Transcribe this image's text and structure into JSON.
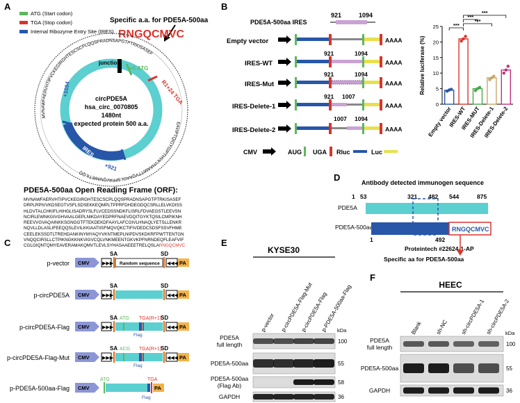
{
  "panels": {
    "a": "A",
    "b": "B",
    "c": "C",
    "d": "D",
    "e": "E",
    "f": "F"
  },
  "panelA": {
    "legend": [
      "ATG (Start codon)",
      "TGA (Stop codon)",
      "Internal Ribozyme Entry Site (IRES)"
    ],
    "legend_colors": [
      "#5cb85c",
      "#d9342b",
      "#2856a8"
    ],
    "specific_label": "Specific a.a. for PDE5A-500aa",
    "motif": "RNGQCMVC",
    "outer_seq_top": "MVNAWFAERVHTIPVCKEGIRGHTESCSCPLQQSPRADNSAPGTPTRKISASEF",
    "outer_seq_left": "DFLVSHYASAEEETRELQSLA",
    "outer_seq_bottom": "EAVIPTQIGYGIPTHVKVHAAMITTVQAAGLSPFAVQNIWETILQQ",
    "junction": "junction",
    "plus5": "+5 ATG",
    "r1tga": "R1+24 TGA",
    "pos1094": "+1094",
    "pos921": "+921",
    "ires": "IRES",
    "center": [
      "circPDE5A",
      "hsa_circ_0070805",
      "1480nt",
      "expected protein 500 a.a."
    ],
    "orf_title": "PDE5A-500aa Open Reading Frame (ORF):",
    "orf_lines": [
      "MVNAWFAERVHTIPVCKEGIRGHTESCSCPLQQSPRADNSAPGTPTRKISASEF",
      "DRPLRPIVVKDSEGTVSFLSDSEKKEQMPLTPPRFDHDEGDQCSRLLELVKDISS",
      "HLDVTALCHKIFLHIHGLISADRYSLFLVCEDSSNDKFLISRLFDVAEGSTLEEVSN",
      "NCIRLEWNKGIVGHVAALGEPLNIKDAYEDPRFNAEVDQITGYKTQSILCMPIKNH",
      "REEVVGVAQAINKKSGNGGTFTEKDEKDFAAYLAFCGIVLHNAQLYETSLLENKR",
      "NQVLLDLASLIFEEQQSLEVILKKIAATIISFMQVQKCTIFIVDEDCSDSFSSVFHME",
      "CEELEKSSDTLTREHDANKINYMYAQYVKNTMEPLNIPDVSKDKRFPWTTENTGN",
      "VNQQCIRSLLCTPIKNGKKNKVIGVCQLVNKMEENTGKVKPFNRNDEQFLEAFVIF",
      "CGLGIQNTQMYEAVERAMAKQMVTLEVLSYHASAAEEETRELQSLA"
    ],
    "orf_tail": "RNGQCMVC"
  },
  "panelB": {
    "ires_title": "PDE5A-500aa IRES",
    "top_921": "921",
    "top_1094": "1094",
    "rows": [
      {
        "label": "Empty vector",
        "n1": "",
        "n2": "",
        "tail": "AAAA"
      },
      {
        "label": "IRES-WT",
        "n1": "921",
        "n2": "1094",
        "tail": "AAAA"
      },
      {
        "label": "IRES-Mut",
        "n1": "921",
        "n2": "1094",
        "tail": "AAAA"
      },
      {
        "label": "IRES-Delete-1",
        "n1": "921",
        "n2": "1007",
        "tail": "AAAA"
      },
      {
        "label": "IRES-Delete-2",
        "n1": "1007",
        "n2": "1094",
        "tail": "AAAA"
      }
    ],
    "legend": {
      "cmv": "CMV",
      "aug": "AUG",
      "uga": "UGA",
      "rluc": "Rluc",
      "luc": "Luc"
    },
    "colors": {
      "rluc": "#2856a8",
      "luc": "#e8e04a",
      "ires": "#c9a3d4",
      "aug": "#5cb85c",
      "uga": "#d9342b"
    }
  },
  "chart_data": {
    "type": "bar",
    "ylabel": "Relative luciferase (%)",
    "ylim": [
      0,
      25
    ],
    "yticks": [
      "0",
      "5",
      "10",
      "15",
      "20",
      "25"
    ],
    "categories": [
      "Empty vector",
      "IRES-WT",
      "IRES-MUT",
      "IRES-Delete-1",
      "IRES-Delete-2"
    ],
    "values": [
      4.5,
      21,
      5,
      8.5,
      11
    ],
    "colors": [
      "#2856a8",
      "#d9342b",
      "#4aa64a",
      "#c8a866",
      "#c0307a"
    ],
    "points": [
      [
        4.2,
        4.6,
        4.8
      ],
      [
        20.3,
        21.0,
        21.8
      ],
      [
        4.4,
        5.0,
        5.4
      ],
      [
        7.9,
        8.5,
        9.0
      ],
      [
        10.0,
        11.0,
        12.2
      ]
    ],
    "significance": "***"
  },
  "panelC": {
    "rows": [
      {
        "label": "p-vector",
        "mid": "Random sequence"
      },
      {
        "label": "p-circPDE5A",
        "mid": ""
      },
      {
        "label": "p-circPDE5A-Flag",
        "mid": ""
      },
      {
        "label": "p-circPDE5A-Flag-Mut",
        "mid": ""
      },
      {
        "label": "p-PDE5A-500aa-Flag",
        "mid": ""
      }
    ],
    "cmv": "CMV",
    "sa": "SA",
    "sd": "SD",
    "pa": "PA",
    "atg": "ATG",
    "acg": "ACG",
    "tga_r1": "TGA(R+1)",
    "tga": "TGA",
    "flag": "Flag"
  },
  "panelD": {
    "title": "Antibody detected immunogen sequence",
    "ticks": [
      "1",
      "53",
      "321",
      "482",
      "544",
      "875"
    ],
    "row1": "PDE5A",
    "row2": "PDE5A-500aa",
    "motif": "RNGQCMVC",
    "n1": "1",
    "n492": "492",
    "antibody": "Proteintech #22624-1-AP",
    "note": "Specific aa for PDE5A-500aa"
  },
  "panelE": {
    "cell": "KYSE30",
    "lanes": [
      "p-vector",
      "p-circPDE5A-Flag-Mut",
      "p-circPDE5A-Flag",
      "p-PDE5A-500aa-Flag"
    ],
    "kda": "kDa",
    "bands": [
      {
        "label": "PDE5A\nfull length",
        "l1": "PDE5A",
        "l2": "full length",
        "kda": "100"
      },
      {
        "label": "PDE5A-500aa",
        "l1": "PDE5A-500aa",
        "l2": "",
        "kda": "55"
      },
      {
        "label": "PDE5A-500aa (Flag Ab)",
        "l1": "PDE5A-500aa",
        "l2": "(Flag Ab)",
        "kda": "58"
      },
      {
        "label": "GAPDH",
        "l1": "GAPDH",
        "l2": "",
        "kda": "36"
      }
    ]
  },
  "panelF": {
    "cell": "HEEC",
    "lanes": [
      "Blank",
      "sh-NC",
      "sh-circPDE5A-1",
      "sh-circPDE5A-2"
    ],
    "kda": "kDa",
    "bands": [
      {
        "l1": "PDE5A",
        "l2": "full length",
        "kda": "100"
      },
      {
        "l1": "PDE5A-500aa",
        "l2": "",
        "kda": "55"
      },
      {
        "l1": "GAPDH",
        "l2": "",
        "kda": "36"
      }
    ]
  }
}
